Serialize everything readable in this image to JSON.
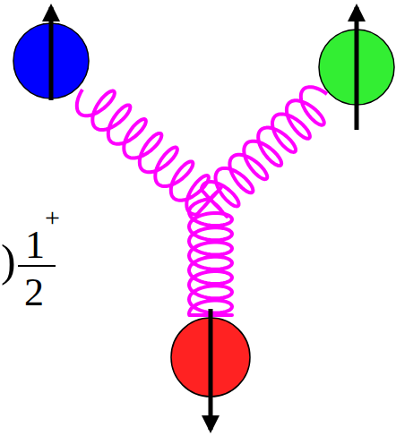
{
  "diagram": {
    "labels": [
      ")",
      "1",
      "+",
      "2"
    ]
  }
}
